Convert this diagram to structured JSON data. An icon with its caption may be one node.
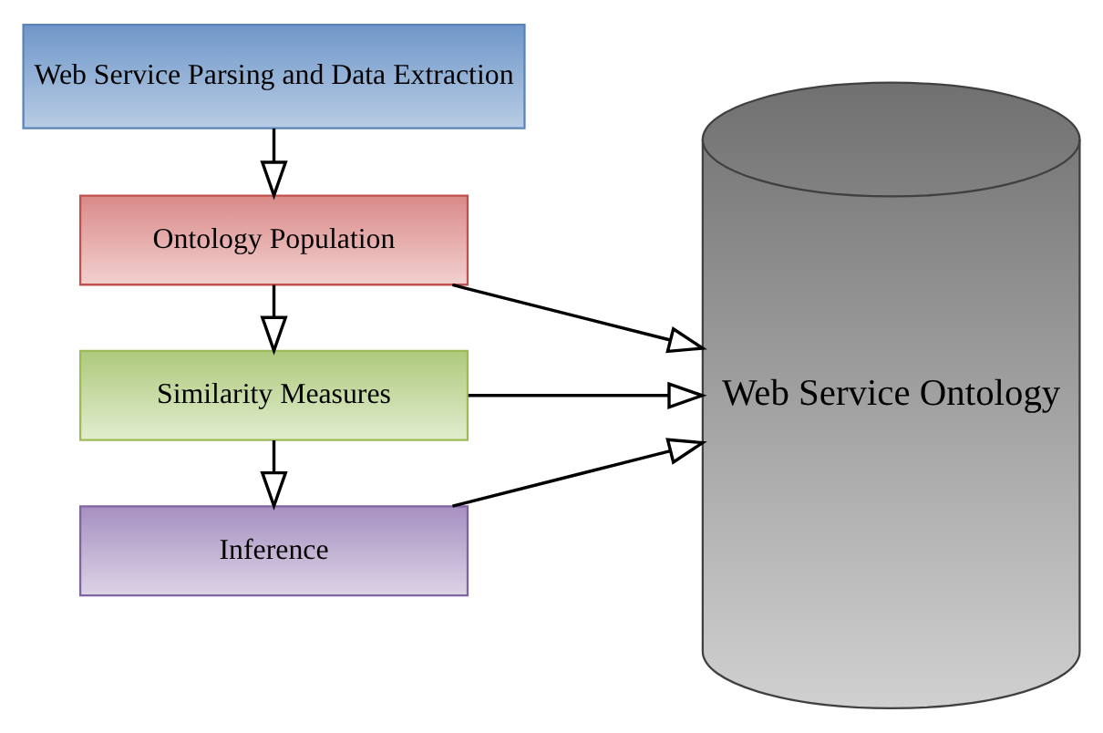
{
  "diagram": {
    "nodes": [
      {
        "text": [
          "Web Service Parsing and Data Extraction"
        ]
      },
      {
        "text": [
          "Ontology Population"
        ]
      },
      {
        "text": [
          "Similarity Measures"
        ]
      },
      {
        "text": [
          "Inference"
        ]
      },
      {
        "text": [
          "Web Service Ontology"
        ]
      }
    ],
    "edges": [
      {
        "from": 0,
        "to": 1,
        "arrow": "to"
      },
      {
        "from": 1,
        "to": 2,
        "arrow": "to"
      },
      {
        "from": 2,
        "to": 3,
        "arrow": "to"
      },
      {
        "from": 1,
        "to": 4,
        "arrow": "to"
      },
      {
        "from": 2,
        "to": 4,
        "arrow": "to"
      },
      {
        "from": 3,
        "to": 4,
        "arrow": "to"
      }
    ]
  }
}
